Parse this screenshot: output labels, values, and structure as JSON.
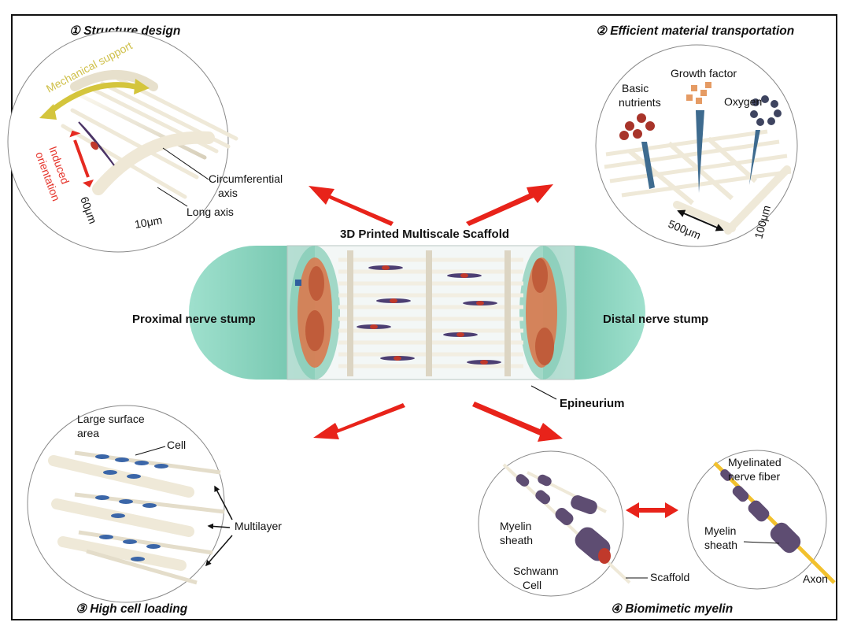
{
  "panels": {
    "structure": {
      "title": "① Structure design",
      "mechanical": "Mechanical support",
      "induced1": "Induced",
      "induced2": "orientation",
      "circ1": "Circumferential",
      "circ2": "axis",
      "long_axis": "Long axis",
      "dim60": "60μm",
      "dim10": "10μm"
    },
    "transport": {
      "title": "② Efficient material transportation",
      "basic1": "Basic",
      "basic2": "nutrients",
      "growth": "Growth factor",
      "oxygen": "Oxygen",
      "dim500": "500μm",
      "dim100": "100μm"
    },
    "loading": {
      "title": "③ High cell loading",
      "surface1": "Large surface",
      "surface2": "area",
      "cell": "Cell",
      "multilayer": "Multilayer"
    },
    "myelin": {
      "title": "④ Biomimetic myelin",
      "myelin1": "Myelin",
      "sheath1": "sheath",
      "schwann1": "Schwann",
      "schwann2": "Cell",
      "scaffold": "Scaffold",
      "myelinated1": "Myelinated",
      "myelinated2": "nerve fiber",
      "myelin2": "Myelin",
      "sheath2": "sheath",
      "axon": "Axon"
    }
  },
  "center": {
    "title": "3D Printed Multiscale Scaffold",
    "proximal": "Proximal nerve stump",
    "distal": "Distal nerve stump",
    "epineurium": "Epineurium"
  },
  "colors": {
    "stump": "#8ed8c4",
    "scaffold": "#ebe4d2",
    "arrow": "#e8231a",
    "myelin": "#5e4d72",
    "cell": "#c0392b",
    "accent": "#d9cf4a"
  }
}
